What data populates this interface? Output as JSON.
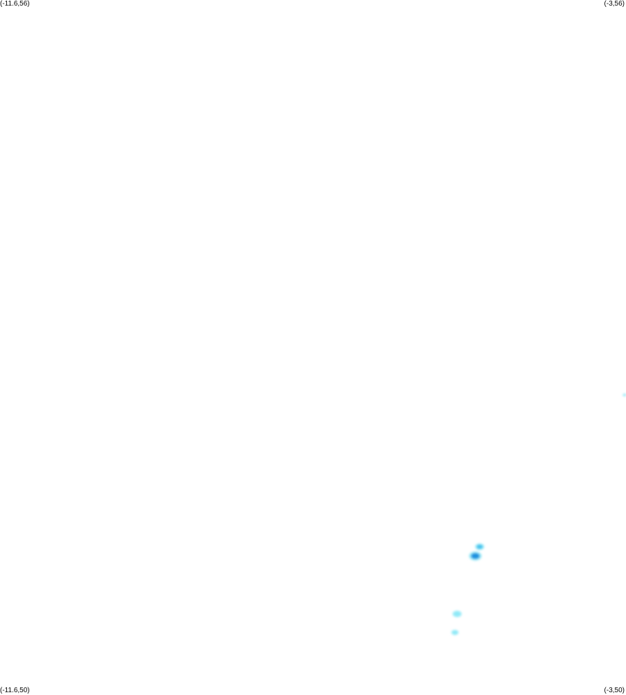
{
  "corners": {
    "top_left": "(-11.6,56)",
    "top_right": "(-3,56)",
    "bottom_left": "(-11.6,50)",
    "bottom_right": "(-3,50)"
  },
  "extent": {
    "lon_min": -11.6,
    "lon_max": -3,
    "lat_min": 50,
    "lat_max": 56
  },
  "colors": {
    "background": "#ffffff",
    "light": "#8fe9f7",
    "medium": "#45c2ee",
    "dark": "#1f93e0"
  },
  "map_data": {
    "type": "heatmap",
    "blobs": [
      {
        "lon": -3.02,
        "lat": 52.59,
        "intensity": 0.3,
        "spread": 0.02
      },
      {
        "lon": -5.01,
        "lat": 51.28,
        "intensity": 0.7,
        "spread": 0.05
      },
      {
        "lon": -5.07,
        "lat": 51.2,
        "intensity": 0.95,
        "spread": 0.07
      },
      {
        "lon": -5.32,
        "lat": 50.7,
        "intensity": 0.45,
        "spread": 0.05
      },
      {
        "lon": -5.35,
        "lat": 50.54,
        "intensity": 0.4,
        "spread": 0.04
      }
    ]
  }
}
